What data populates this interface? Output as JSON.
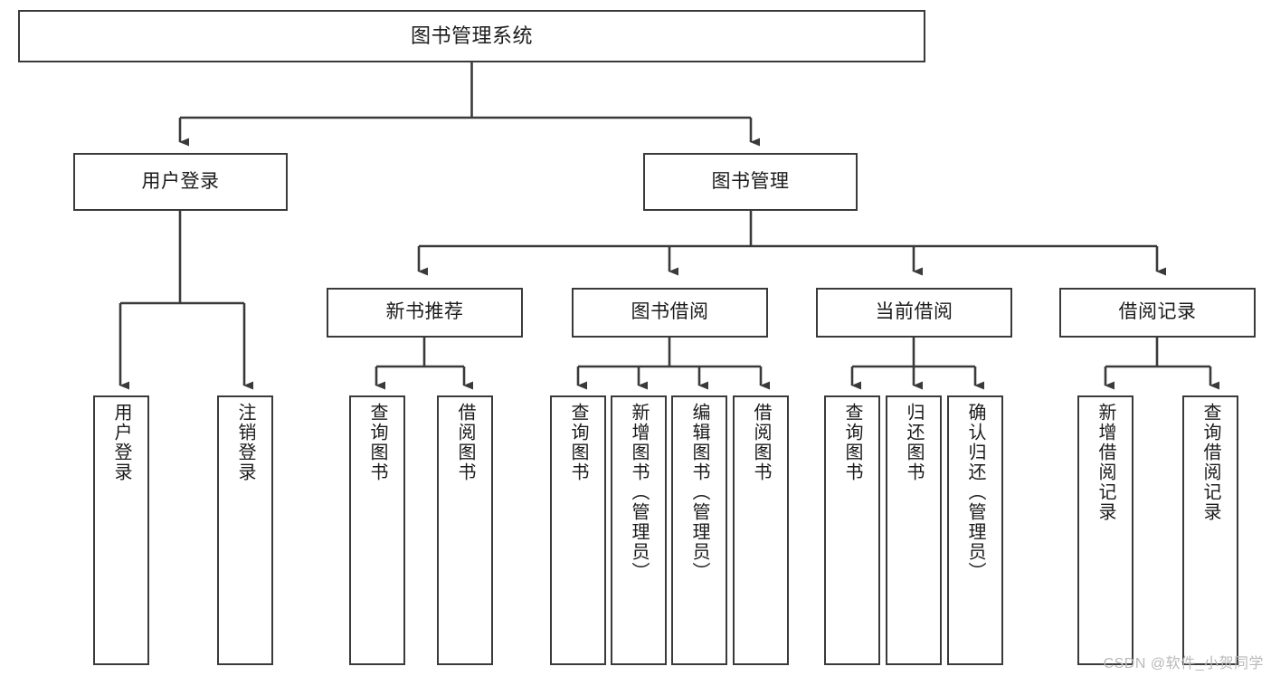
{
  "diagram": {
    "title": "图书管理系统",
    "type": "tree-hierarchy-chart",
    "colors": {
      "box_border": "#3a3a3c",
      "box_fill": "#ffffff",
      "connector": "#3a3a3c",
      "text": "#1b1b1b",
      "watermark": "#b9b9bb",
      "background": "#ffffff"
    },
    "root": {
      "label": "图书管理系统"
    },
    "level2": [
      {
        "label": "用户登录"
      },
      {
        "label": "图书管理"
      }
    ],
    "level3": [
      {
        "label": "新书推荐"
      },
      {
        "label": "图书借阅"
      },
      {
        "label": "当前借阅"
      },
      {
        "label": "借阅记录"
      }
    ],
    "leaves": {
      "user_login": [
        {
          "label": "用户登录"
        },
        {
          "label": "注销登录"
        }
      ],
      "new_book_recommend": [
        {
          "label": "查询图书"
        },
        {
          "label": "借阅图书"
        }
      ],
      "book_borrow": [
        {
          "label": "查询图书"
        },
        {
          "label": "新增图书（管理员）"
        },
        {
          "label": "编辑图书（管理员）"
        },
        {
          "label": "借阅图书"
        }
      ],
      "current_borrow": [
        {
          "label": "查询图书"
        },
        {
          "label": "归还图书"
        },
        {
          "label": "确认归还（管理员）"
        }
      ],
      "borrow_record": [
        {
          "label": "新增借阅记录"
        },
        {
          "label": "查询借阅记录"
        }
      ]
    }
  },
  "watermark": {
    "text": "CSDN @软件_小贺同学"
  }
}
